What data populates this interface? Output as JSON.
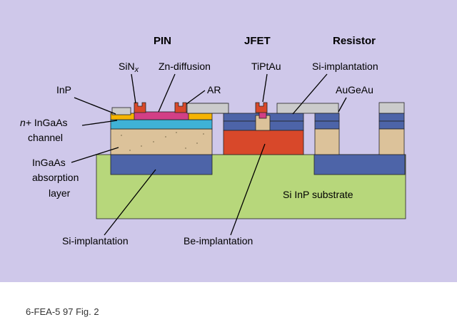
{
  "headings": {
    "pin": "PIN",
    "jfet": "JFET",
    "resistor": "Resistor"
  },
  "labels": {
    "sin_base": "SiN",
    "sin_sub": "x",
    "zn_diffusion": "Zn-diffusion",
    "tiptau": "TiPtAu",
    "si_implantation_top": "Si-implantation",
    "inp": "InP",
    "ar": "AR",
    "augeau": "AuGeAu",
    "n_plus": "n+",
    "ingaas": " InGaAs",
    "channel": "channel",
    "ingaas_abs": "InGaAs",
    "absorption": "absorption",
    "layer": "layer",
    "si_inp_substrate": "Si InP substrate",
    "si_implantation_bottom": "Si-implantation",
    "be_implantation": "Be-implantation"
  },
  "caption": "6-FEA-5 97 Fig. 2",
  "colors": {
    "background": "#cfc8ea",
    "substrate": "#b7d77b",
    "si_implant": "#4d64a8",
    "absorption": "#dcc29a",
    "channel": "#3fb2d6",
    "inp_layer": "#f5b400",
    "zn_diffusion": "#d23f86",
    "contact_metal": "#d8482a",
    "be_implant": "#d8482a",
    "sin_passivation": "#cbcbcb"
  }
}
